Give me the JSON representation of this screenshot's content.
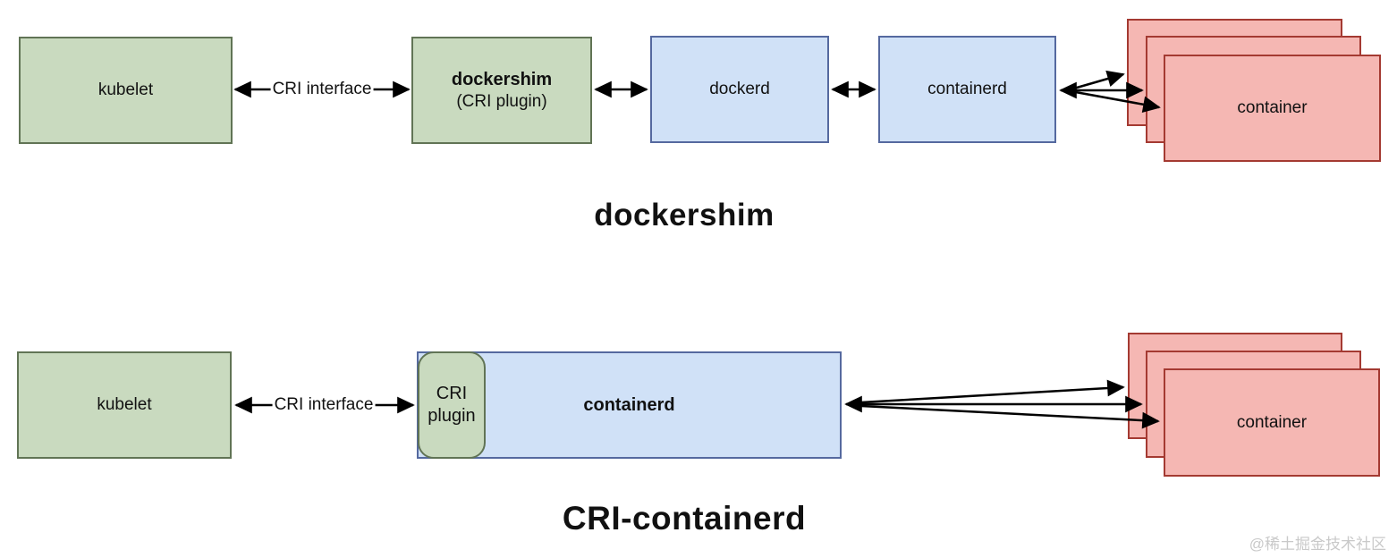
{
  "colors": {
    "green_fill": "#c9dabf",
    "green_border": "#617455",
    "blue_fill": "#d0e1f7",
    "blue_border": "#55699f",
    "red_fill": "#f5b7b3",
    "red_border": "#a43a32",
    "arrow": "#000000",
    "watermark": "#c9c9c9"
  },
  "diagram_top": {
    "title": "dockershim",
    "kubelet": "kubelet",
    "cri_interface_label": "CRI interface",
    "dockershim_name": "dockershim",
    "dockershim_sub": "(CRI plugin)",
    "dockerd": "dockerd",
    "containerd": "containerd",
    "container": "container"
  },
  "diagram_bottom": {
    "title": "CRI-containerd",
    "kubelet": "kubelet",
    "cri_interface_label": "CRI interface",
    "cri_plugin_line1": "CRI",
    "cri_plugin_line2": "plugin",
    "containerd": "containerd",
    "container": "container"
  },
  "watermark": "@稀土掘金技术社区"
}
